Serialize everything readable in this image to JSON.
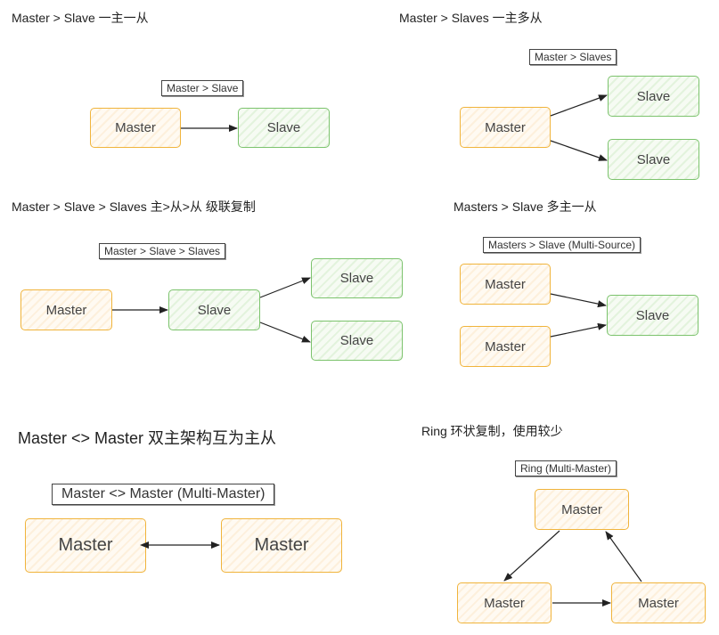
{
  "headings": {
    "one_to_one": "Master > Slave 一主一从",
    "one_to_many": "Master > Slaves 一主多从",
    "cascade": "Master > Slave > Slaves 主>从>从  级联复制",
    "many_to_one": "Masters > Slave 多主一从",
    "dual_master": "Master <> Master 双主架构互为主从",
    "ring": "Ring 环状复制，使用较少"
  },
  "tags": {
    "one_to_one": "Master > Slave",
    "one_to_many": "Master > Slaves",
    "cascade": "Master > Slave > Slaves",
    "many_to_one": "Masters > Slave (Multi-Source)",
    "dual_master": "Master <> Master (Multi-Master)",
    "ring": "Ring (Multi-Master)"
  },
  "labels": {
    "master": "Master",
    "slave": "Slave"
  },
  "colors": {
    "master_border": "#f0b43c",
    "slave_border": "#7cc36d",
    "arrow": "#222222"
  }
}
